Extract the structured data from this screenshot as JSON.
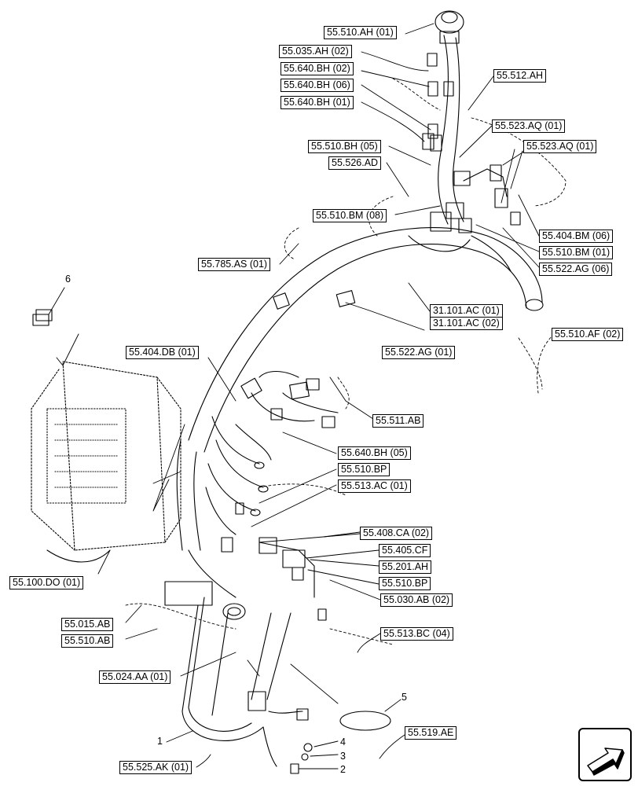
{
  "labels": {
    "l01": "55.510.AH (01)",
    "l02": "55.035.AH (02)",
    "l03": "55.640.BH (02)",
    "l04": "55.640.BH (06)",
    "l05": "55.640.BH (01)",
    "l06": "55.512.AH",
    "l07": "55.523.AQ (01)",
    "l08": "55.510.BH (05)",
    "l09": "55.523.AQ (01)",
    "l10": "55.526.AD",
    "l11": "55.510.BM (08)",
    "l12": "55.404.BM (06)",
    "l13": "55.510.BM (01)",
    "l14": "55.785.AS (01)",
    "l15": "55.522.AG (06)",
    "l16": "31.101.AC (01)",
    "l17": "31.101.AC (02)",
    "l18": "55.510.AF (02)",
    "l19": "55.404.DB (01)",
    "l20": "55.522.AG (01)",
    "l21": "55.511.AB",
    "l22": "55.640.BH (05)",
    "l23": "55.510.BP",
    "l24": "55.513.AC (01)",
    "l25": "55.408.CA (02)",
    "l26": "55.405.CF",
    "l27": "55.201.AH",
    "l28": "55.510.BP",
    "l29": "55.030.AB (02)",
    "l30": "55.100.DO (01)",
    "l31": "55.015.AB",
    "l32": "55.510.AB",
    "l33": "55.513.BC (04)",
    "l34": "55.024.AA (01)",
    "l35": "55.519.AE",
    "l36": "55.525.AK (01)"
  },
  "callouts": {
    "c1": "1",
    "c2": "2",
    "c3": "3",
    "c4": "4",
    "c5": "5",
    "c6": "6"
  },
  "icons": {
    "nav": "next-page-arrow-icon"
  }
}
